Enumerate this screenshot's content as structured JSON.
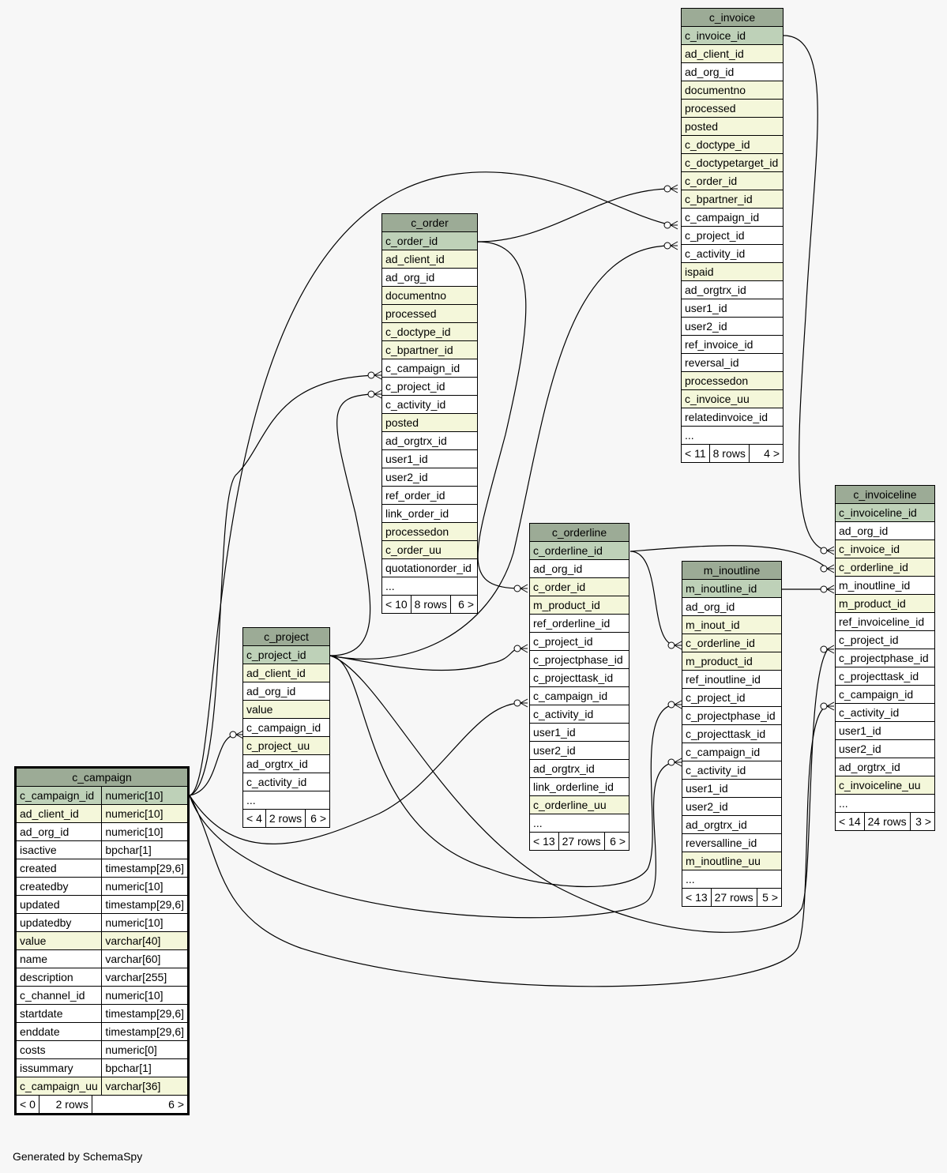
{
  "footer": "Generated by SchemaSpy",
  "colors": {
    "header": "#9cab96",
    "primary_key": "#bed1b8",
    "indexed": "#f4f7da",
    "plain": "#ffffff"
  },
  "tables": {
    "c_invoice": {
      "title": "c_invoice",
      "columns": [
        {
          "name": "c_invoice_id",
          "kind": "pk"
        },
        {
          "name": "ad_client_id",
          "kind": "idx"
        },
        {
          "name": "ad_org_id",
          "kind": "plain"
        },
        {
          "name": "documentno",
          "kind": "idx"
        },
        {
          "name": "processed",
          "kind": "idx"
        },
        {
          "name": "posted",
          "kind": "idx"
        },
        {
          "name": "c_doctype_id",
          "kind": "idx"
        },
        {
          "name": "c_doctypetarget_id",
          "kind": "idx"
        },
        {
          "name": "c_order_id",
          "kind": "idx"
        },
        {
          "name": "c_bpartner_id",
          "kind": "idx"
        },
        {
          "name": "c_campaign_id",
          "kind": "plain"
        },
        {
          "name": "c_project_id",
          "kind": "plain"
        },
        {
          "name": "c_activity_id",
          "kind": "plain"
        },
        {
          "name": "ispaid",
          "kind": "idx"
        },
        {
          "name": "ad_orgtrx_id",
          "kind": "plain"
        },
        {
          "name": "user1_id",
          "kind": "plain"
        },
        {
          "name": "user2_id",
          "kind": "plain"
        },
        {
          "name": "ref_invoice_id",
          "kind": "plain"
        },
        {
          "name": "reversal_id",
          "kind": "plain"
        },
        {
          "name": "processedon",
          "kind": "idx"
        },
        {
          "name": "c_invoice_uu",
          "kind": "idx"
        },
        {
          "name": "relatedinvoice_id",
          "kind": "plain"
        },
        {
          "name": "...",
          "kind": "plain"
        }
      ],
      "footer": [
        "< 11",
        "8 rows",
        "4 >"
      ]
    },
    "c_order": {
      "title": "c_order",
      "columns": [
        {
          "name": "c_order_id",
          "kind": "pk"
        },
        {
          "name": "ad_client_id",
          "kind": "idx"
        },
        {
          "name": "ad_org_id",
          "kind": "plain"
        },
        {
          "name": "documentno",
          "kind": "idx"
        },
        {
          "name": "processed",
          "kind": "idx"
        },
        {
          "name": "c_doctype_id",
          "kind": "idx"
        },
        {
          "name": "c_bpartner_id",
          "kind": "idx"
        },
        {
          "name": "c_campaign_id",
          "kind": "plain"
        },
        {
          "name": "c_project_id",
          "kind": "plain"
        },
        {
          "name": "c_activity_id",
          "kind": "plain"
        },
        {
          "name": "posted",
          "kind": "idx"
        },
        {
          "name": "ad_orgtrx_id",
          "kind": "plain"
        },
        {
          "name": "user1_id",
          "kind": "plain"
        },
        {
          "name": "user2_id",
          "kind": "plain"
        },
        {
          "name": "ref_order_id",
          "kind": "plain"
        },
        {
          "name": "link_order_id",
          "kind": "plain"
        },
        {
          "name": "processedon",
          "kind": "idx"
        },
        {
          "name": "c_order_uu",
          "kind": "idx"
        },
        {
          "name": "quotationorder_id",
          "kind": "plain"
        },
        {
          "name": "...",
          "kind": "plain"
        }
      ],
      "footer": [
        "< 10",
        "8 rows",
        "6 >"
      ]
    },
    "c_invoiceline": {
      "title": "c_invoiceline",
      "columns": [
        {
          "name": "c_invoiceline_id",
          "kind": "pk"
        },
        {
          "name": "ad_org_id",
          "kind": "plain"
        },
        {
          "name": "c_invoice_id",
          "kind": "idx"
        },
        {
          "name": "c_orderline_id",
          "kind": "idx"
        },
        {
          "name": "m_inoutline_id",
          "kind": "plain"
        },
        {
          "name": "m_product_id",
          "kind": "idx"
        },
        {
          "name": "ref_invoiceline_id",
          "kind": "plain"
        },
        {
          "name": "c_project_id",
          "kind": "plain"
        },
        {
          "name": "c_projectphase_id",
          "kind": "plain"
        },
        {
          "name": "c_projecttask_id",
          "kind": "plain"
        },
        {
          "name": "c_campaign_id",
          "kind": "plain"
        },
        {
          "name": "c_activity_id",
          "kind": "plain"
        },
        {
          "name": "user1_id",
          "kind": "plain"
        },
        {
          "name": "user2_id",
          "kind": "plain"
        },
        {
          "name": "ad_orgtrx_id",
          "kind": "plain"
        },
        {
          "name": "c_invoiceline_uu",
          "kind": "idx"
        },
        {
          "name": "...",
          "kind": "plain"
        }
      ],
      "footer": [
        "< 14",
        "24 rows",
        "3 >"
      ]
    },
    "c_orderline": {
      "title": "c_orderline",
      "columns": [
        {
          "name": "c_orderline_id",
          "kind": "pk"
        },
        {
          "name": "ad_org_id",
          "kind": "plain"
        },
        {
          "name": "c_order_id",
          "kind": "idx"
        },
        {
          "name": "m_product_id",
          "kind": "idx"
        },
        {
          "name": "ref_orderline_id",
          "kind": "plain"
        },
        {
          "name": "c_project_id",
          "kind": "plain"
        },
        {
          "name": "c_projectphase_id",
          "kind": "plain"
        },
        {
          "name": "c_projecttask_id",
          "kind": "plain"
        },
        {
          "name": "c_campaign_id",
          "kind": "plain"
        },
        {
          "name": "c_activity_id",
          "kind": "plain"
        },
        {
          "name": "user1_id",
          "kind": "plain"
        },
        {
          "name": "user2_id",
          "kind": "plain"
        },
        {
          "name": "ad_orgtrx_id",
          "kind": "plain"
        },
        {
          "name": "link_orderline_id",
          "kind": "plain"
        },
        {
          "name": "c_orderline_uu",
          "kind": "idx"
        },
        {
          "name": "...",
          "kind": "plain"
        }
      ],
      "footer": [
        "< 13",
        "27 rows",
        "6 >"
      ]
    },
    "m_inoutline": {
      "title": "m_inoutline",
      "columns": [
        {
          "name": "m_inoutline_id",
          "kind": "pk"
        },
        {
          "name": "ad_org_id",
          "kind": "plain"
        },
        {
          "name": "m_inout_id",
          "kind": "idx"
        },
        {
          "name": "c_orderline_id",
          "kind": "idx"
        },
        {
          "name": "m_product_id",
          "kind": "idx"
        },
        {
          "name": "ref_inoutline_id",
          "kind": "plain"
        },
        {
          "name": "c_project_id",
          "kind": "plain"
        },
        {
          "name": "c_projectphase_id",
          "kind": "plain"
        },
        {
          "name": "c_projecttask_id",
          "kind": "plain"
        },
        {
          "name": "c_campaign_id",
          "kind": "plain"
        },
        {
          "name": "c_activity_id",
          "kind": "plain"
        },
        {
          "name": "user1_id",
          "kind": "plain"
        },
        {
          "name": "user2_id",
          "kind": "plain"
        },
        {
          "name": "ad_orgtrx_id",
          "kind": "plain"
        },
        {
          "name": "reversalline_id",
          "kind": "plain"
        },
        {
          "name": "m_inoutline_uu",
          "kind": "idx"
        },
        {
          "name": "...",
          "kind": "plain"
        }
      ],
      "footer": [
        "< 13",
        "27 rows",
        "5 >"
      ]
    },
    "c_project": {
      "title": "c_project",
      "columns": [
        {
          "name": "c_project_id",
          "kind": "pk"
        },
        {
          "name": "ad_client_id",
          "kind": "idx"
        },
        {
          "name": "ad_org_id",
          "kind": "plain"
        },
        {
          "name": "value",
          "kind": "idx"
        },
        {
          "name": "c_campaign_id",
          "kind": "plain"
        },
        {
          "name": "c_project_uu",
          "kind": "idx"
        },
        {
          "name": "ad_orgtrx_id",
          "kind": "plain"
        },
        {
          "name": "c_activity_id",
          "kind": "plain"
        },
        {
          "name": "...",
          "kind": "plain"
        }
      ],
      "footer": [
        "< 4",
        "2 rows",
        "6 >"
      ]
    },
    "c_campaign": {
      "title": "c_campaign",
      "columns": [
        {
          "name": "c_campaign_id",
          "type": "numeric[10]",
          "kind": "pk"
        },
        {
          "name": "ad_client_id",
          "type": "numeric[10]",
          "kind": "idx"
        },
        {
          "name": "ad_org_id",
          "type": "numeric[10]",
          "kind": "plain"
        },
        {
          "name": "isactive",
          "type": "bpchar[1]",
          "kind": "plain"
        },
        {
          "name": "created",
          "type": "timestamp[29,6]",
          "kind": "plain"
        },
        {
          "name": "createdby",
          "type": "numeric[10]",
          "kind": "plain"
        },
        {
          "name": "updated",
          "type": "timestamp[29,6]",
          "kind": "plain"
        },
        {
          "name": "updatedby",
          "type": "numeric[10]",
          "kind": "plain"
        },
        {
          "name": "value",
          "type": "varchar[40]",
          "kind": "idx"
        },
        {
          "name": "name",
          "type": "varchar[60]",
          "kind": "plain"
        },
        {
          "name": "description",
          "type": "varchar[255]",
          "kind": "plain"
        },
        {
          "name": "c_channel_id",
          "type": "numeric[10]",
          "kind": "plain"
        },
        {
          "name": "startdate",
          "type": "timestamp[29,6]",
          "kind": "plain"
        },
        {
          "name": "enddate",
          "type": "timestamp[29,6]",
          "kind": "plain"
        },
        {
          "name": "costs",
          "type": "numeric[0]",
          "kind": "plain"
        },
        {
          "name": "issummary",
          "type": "bpchar[1]",
          "kind": "plain"
        },
        {
          "name": "c_campaign_uu",
          "type": "varchar[36]",
          "kind": "idx"
        }
      ],
      "footer": [
        "< 0",
        "2 rows",
        "6 >"
      ]
    }
  }
}
